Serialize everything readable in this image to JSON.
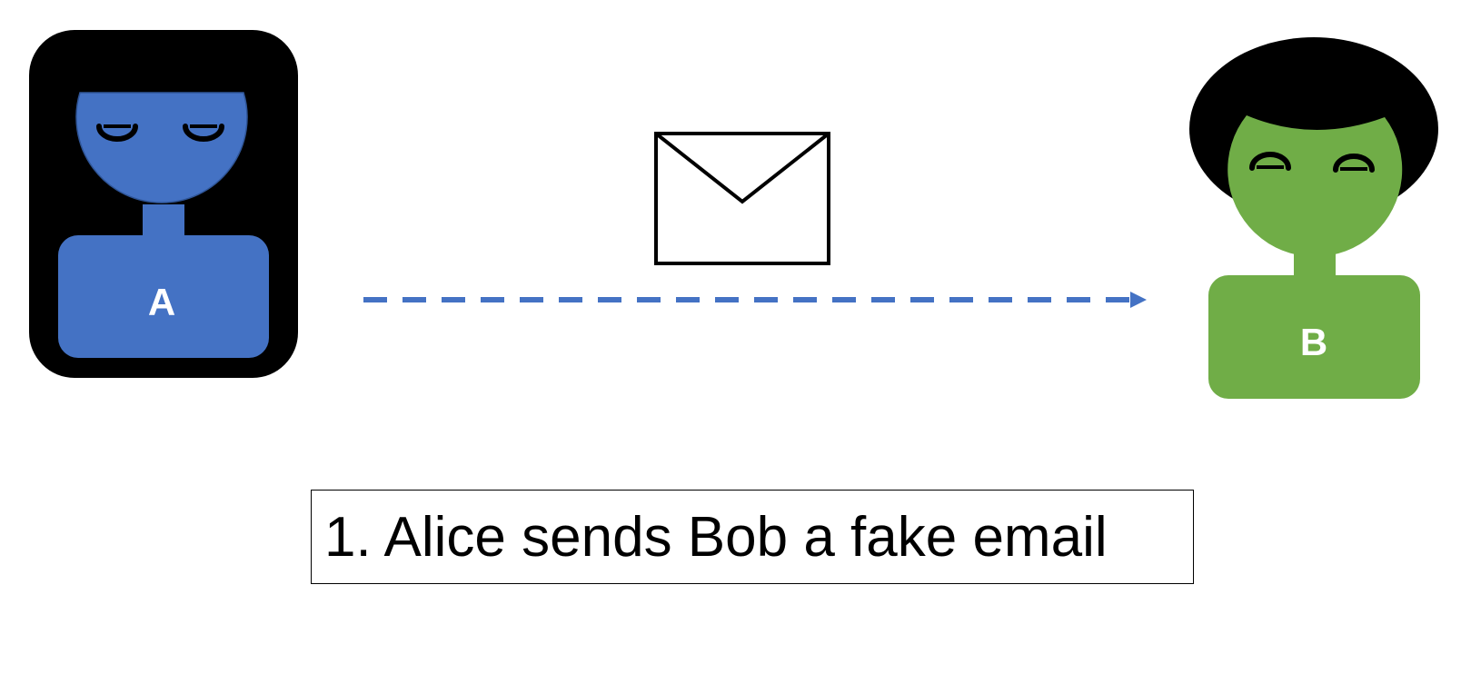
{
  "alice": {
    "label": "A",
    "color": "#4472C4",
    "frame_color": "#000000"
  },
  "bob": {
    "label": "B",
    "color": "#70AD47",
    "hair_color": "#000000"
  },
  "message": {
    "icon": "envelope-icon",
    "arrow_color": "#4472C4",
    "arrow_style": "dashed"
  },
  "caption": {
    "text": "1. Alice sends Bob a fake email"
  }
}
